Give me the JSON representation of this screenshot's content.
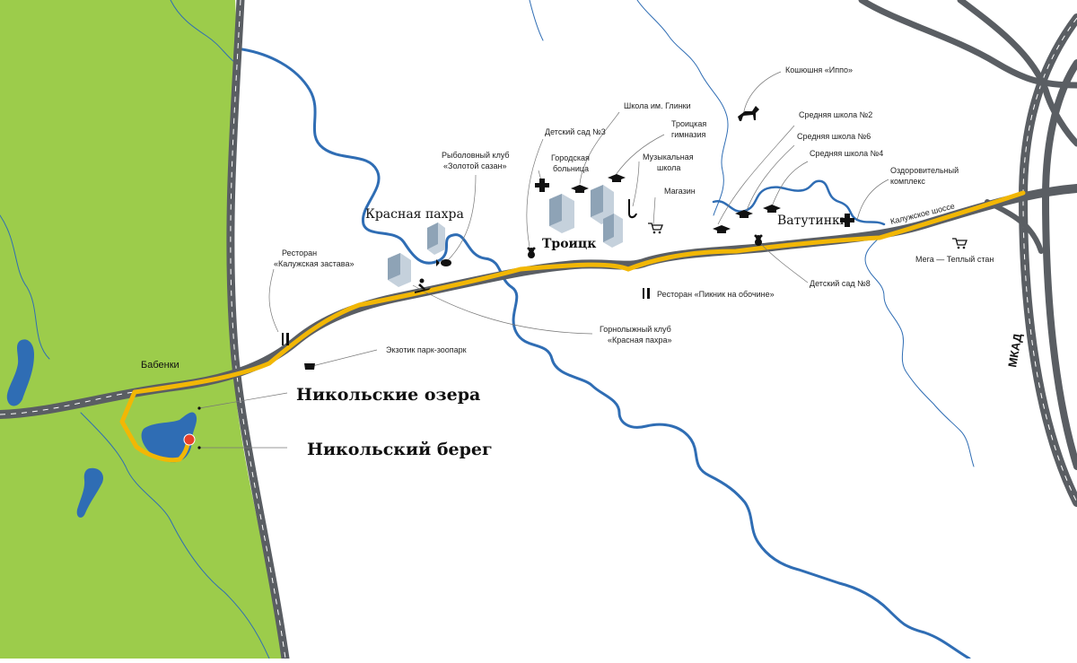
{
  "colors": {
    "forest": "#9ccc4b",
    "river": "#2f6db4",
    "road": "#5a5e63",
    "route": "#f2b705",
    "marker": "#e8402a"
  },
  "towns": {
    "krasnaya_pakhra": "Красная пахра",
    "troitsk": "Троицк",
    "vatutinki": "Ватутинки",
    "babenki": "Бабенки"
  },
  "highlights": {
    "nikolskie_ozera": "Никольские озера",
    "nikolsky_bereg": "Никольский берег"
  },
  "roads": {
    "kaluzhskoe_shosse": "Калужское шоссе",
    "mkad": "МКАД"
  },
  "poi": {
    "restoran_kaluzhskaya_1": "Ресторан",
    "restoran_kaluzhskaya_2": "«Калужская застава»",
    "zoopark": "Экзотик парк-зоопарк",
    "ryb_klub_1": "Рыболовный клуб",
    "ryb_klub_2": "«Золотой сазан»",
    "gorn_klub_1": "Горнолыжный клуб",
    "gorn_klub_2": "«Красная пахра»",
    "detsad3": "Детский сад №3",
    "bolnitsa_1": "Городская",
    "bolnitsa_2": "больница",
    "shkola_glinki": "Школа им. Глинки",
    "gimnaziya_1": "Троицкая",
    "gimnaziya_2": "гимназия",
    "muz_shkola_1": "Музыкальная",
    "muz_shkola_2": "школа",
    "magazin": "Магазин",
    "restoran_piknik": "Ресторан «Пикник на обочине»",
    "koshushnya": "Кошюшня «Иппо»",
    "shkola2": "Средняя школа №2",
    "shkola6": "Средняя школа №6",
    "shkola4": "Средняя школа №4",
    "ozdorov_1": "Оздоровительный",
    "ozdorov_2": "комплекс",
    "detsad8": "Детский сад №8",
    "mega": "Мега — Теплый стан"
  },
  "icons": [
    "restaurant-icon",
    "zoo-icon",
    "fish-icon",
    "skier-icon",
    "teddy-bear-icon",
    "hospital-cross-icon",
    "graduation-cap-icon",
    "saxophone-icon",
    "shopping-cart-icon",
    "horse-icon",
    "building-icon",
    "location-pin-icon"
  ]
}
